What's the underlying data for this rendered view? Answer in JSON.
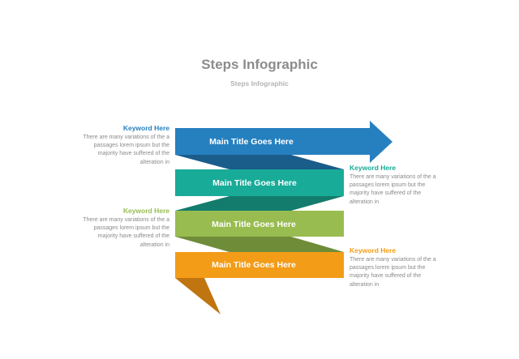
{
  "header": {
    "title": "Steps Infographic",
    "subtitle": "Steps Infographic"
  },
  "colors": {
    "step1": "#2680c0",
    "step1_fold": "#1a5c8a",
    "step2": "#18ab98",
    "step2_fold": "#137c6c",
    "step3": "#98bc50",
    "step3_fold": "#6f8c39",
    "step4": "#f39c18",
    "step4_fold": "#c07510"
  },
  "steps": [
    {
      "label": "Main Title Goes Here",
      "keyword": "Keyword Here",
      "text": "There are many variations of the a passages lorem ipsum but the majority have suffered  of the alteration in",
      "side": "left"
    },
    {
      "label": "Main Title Goes Here",
      "keyword": "Keyword Here",
      "text": "There are many variations of the a passages lorem ipsum but the majority have suffered  of the alteration in",
      "side": "right"
    },
    {
      "label": "Main Title Goes Here",
      "keyword": "Keyword Here",
      "text": "There are many variations of the a passages lorem ipsum but the majority have suffered  of the alteration in",
      "side": "left"
    },
    {
      "label": "Main Title Goes Here",
      "keyword": "Keyword Here",
      "text": "There are many variations of the a passages lorem ipsum but the majority have suffered  of the alteration in",
      "side": "right"
    }
  ]
}
